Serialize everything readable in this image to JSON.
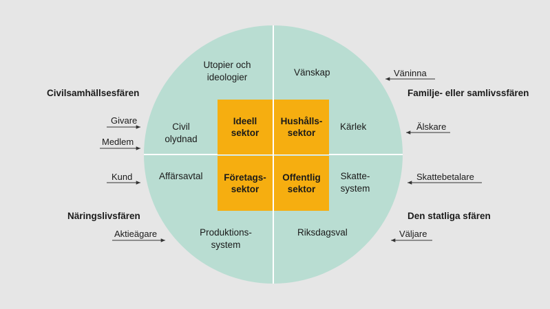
{
  "colors": {
    "background": "#e6e6e6",
    "circle_fill": "#b9ddd2",
    "sector_fill": "#f6ae10",
    "divider": "#ffffff",
    "arrow": "#333333"
  },
  "spheres": {
    "civil": "Civilsamhällsesfären",
    "family": "Familje- eller samlivssfären",
    "business": "Näringslivsfären",
    "state": "Den statliga sfären"
  },
  "quadrant_text": {
    "utopias": "Utopier och\nideologier",
    "civil_disobedience": "Civil\nolydnad",
    "friendship": "Vänskap",
    "love": "Kärlek",
    "business_deal": "Affärsavtal",
    "production_system": "Produktions-\nsystem",
    "tax_system": "Skatte-\nsystem",
    "parliament_election": "Riksdagsval"
  },
  "sectors": {
    "ideal": "Ideell\nsektor",
    "household": "Hushålls-\nsektor",
    "business": "Företags-\nsektor",
    "public": "Offentlig\nsektor"
  },
  "roles": {
    "giver": "Givare",
    "member": "Medlem",
    "customer": "Kund",
    "shareholder": "Aktieägare",
    "girlfriend": "Väninna",
    "lover": "Älskare",
    "taxpayer": "Skattebetalare",
    "voter": "Väljare"
  }
}
